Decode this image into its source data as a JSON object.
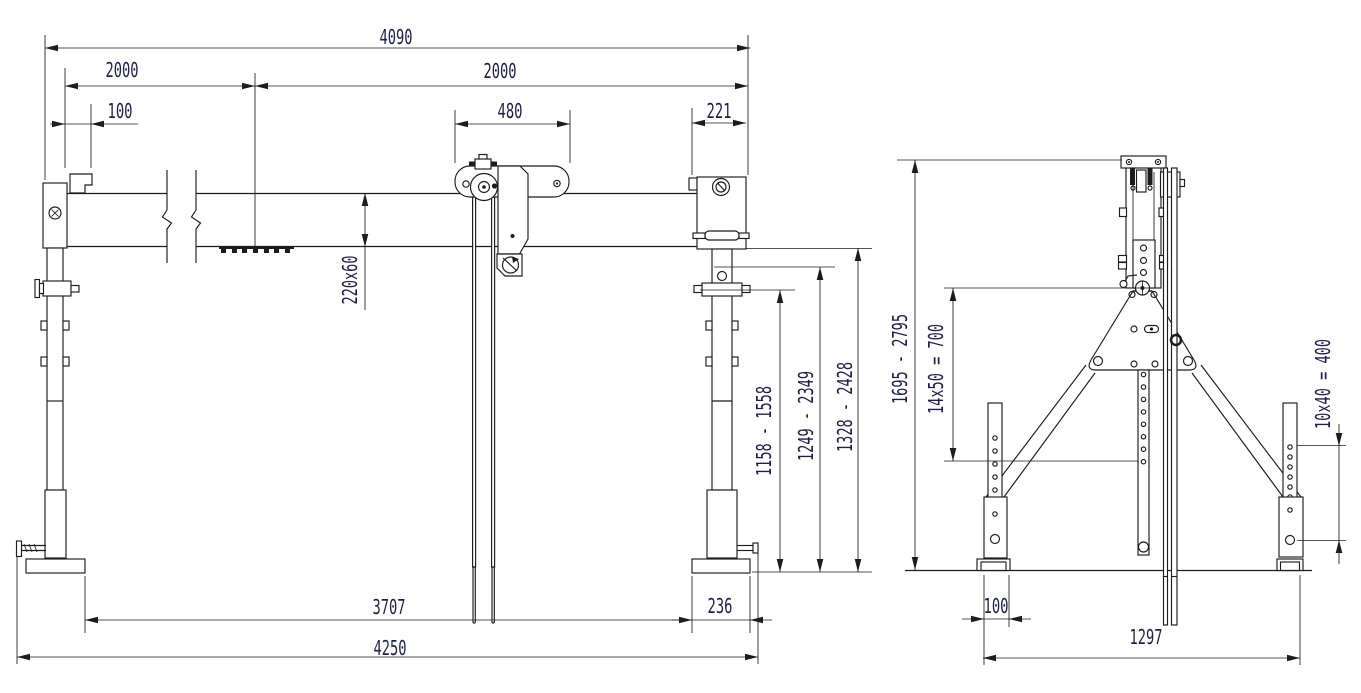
{
  "page": {
    "background": "#ffffff",
    "line_color": "#1c1c1e",
    "dim_text_color": "#1f1f4a"
  },
  "front_view": {
    "dims": {
      "overall_width": "4090",
      "span_left": "2000",
      "span_right": "2000",
      "end_offset": "100",
      "trolley_width": "480",
      "head_width": "221",
      "beam_section": "220x60",
      "hook_height_range": "1158 - 1558",
      "beam_underside_range": "1249 - 2349",
      "beam_top_range": "1328 - 2428",
      "support_spacing": "3707",
      "foot_length": "236",
      "overall_length": "4250"
    }
  },
  "side_view": {
    "dims": {
      "overall_height_range": "1695 - 2795",
      "mast_hole_pattern": "14x50 = 700",
      "leg_hole_pattern": "10x40 = 400",
      "foot_width": "100",
      "support_width": "1297"
    }
  }
}
